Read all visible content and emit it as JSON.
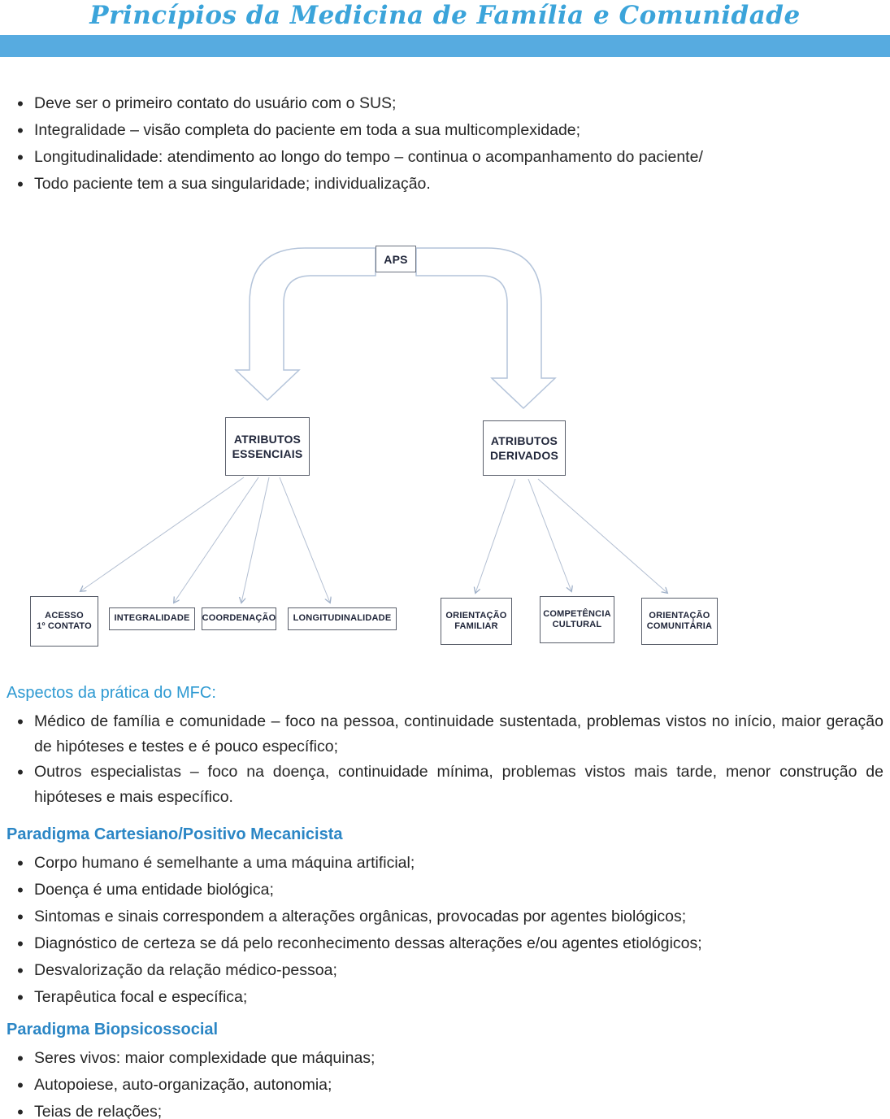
{
  "title": "Princípios da Medicina de Família e Comunidade",
  "colors": {
    "title_blue": "#3ba4da",
    "bar_blue": "#57abe0",
    "heading_blue_regular": "#2f9ad2",
    "heading_blue_bold": "#2b86c5",
    "diagram_arrow": "#b3bfd2"
  },
  "intro_bullets": [
    "Deve ser o primeiro contato do usuário com o SUS;",
    "Integralidade – visão completa do paciente em toda a sua multicomplexidade;",
    "Longitudinalidade: atendimento ao longo do tempo – continua o acompanhamento do paciente/",
    "Todo paciente tem a sua singularidade; individualização."
  ],
  "diagram": {
    "root": "APS",
    "essenciais": {
      "lines": [
        "ATRIBUTOS",
        "ESSENCIAIS"
      ]
    },
    "derivados": {
      "lines": [
        "ATRIBUTOS",
        "DERIVADOS"
      ]
    },
    "essenciais_children": [
      {
        "lines": [
          "ACESSO",
          "1º CONTATO"
        ]
      },
      {
        "lines": [
          "INTEGRALIDADE"
        ]
      },
      {
        "lines": [
          "COORDENAÇÃO"
        ]
      },
      {
        "lines": [
          "LONGITUDINALIDADE"
        ]
      }
    ],
    "derivados_children": [
      {
        "lines": [
          "ORIENTAÇÃO",
          "FAMILIAR"
        ]
      },
      {
        "lines": [
          "COMPETÊNCIA",
          "CULTURAL"
        ]
      },
      {
        "lines": [
          "ORIENTAÇÃO",
          "COMUNITÁRIA"
        ]
      }
    ]
  },
  "sections": [
    {
      "heading": "Aspectos da prática do MFC:",
      "bullets": [
        "Médico de família e comunidade – foco na pessoa, continuidade sustentada, problemas vistos no início, maior geração de hipóteses e testes e é pouco específico;",
        "Outros especialistas – foco na doença, continuidade mínima, problemas vistos mais tarde, menor construção de hipóteses e mais específico."
      ]
    },
    {
      "heading": "Paradigma Cartesiano/Positivo Mecanicista",
      "bullets": [
        "Corpo humano é semelhante a uma máquina artificial;",
        "Doença é uma entidade biológica;",
        "Sintomas e sinais correspondem a alterações orgânicas, provocadas por agentes biológicos;",
        "Diagnóstico de certeza se dá pelo reconhecimento dessas alterações e/ou agentes etiológicos;",
        "Desvalorização da relação médico-pessoa;",
        "Terapêutica focal e específica;"
      ]
    },
    {
      "heading": "Paradigma Biopsicossocial",
      "bullets": [
        "Seres vivos: maior complexidade que máquinas;",
        "Autopoiese, auto-organização, autonomia;",
        "Teias de relações;"
      ]
    }
  ]
}
